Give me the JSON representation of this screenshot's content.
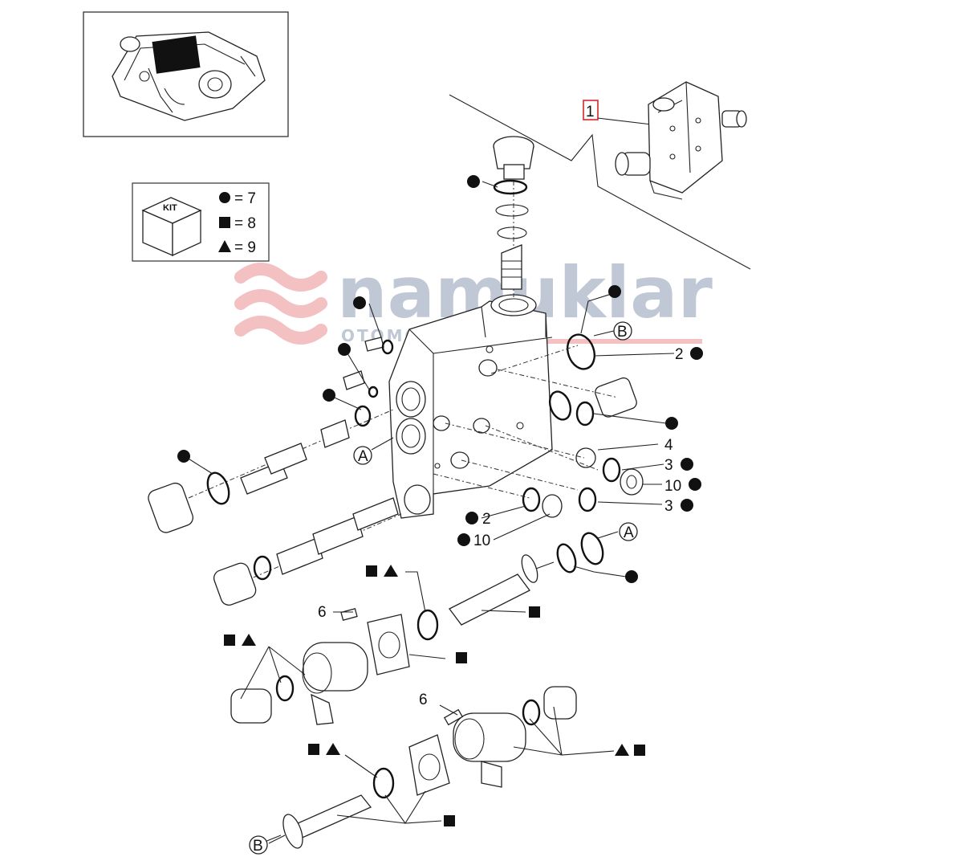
{
  "watermark": {
    "brand": "namuklar",
    "sub": "OTOMOTIV",
    "brand_color": "#1f3a6b",
    "accent_color": "#d9262c"
  },
  "kit_legend": {
    "kit_label": "KIT",
    "circle_value": "= 7",
    "square_value": "= 8",
    "triangle_value": "= 9"
  },
  "assembly_callout": "1",
  "connectors": {
    "a": "A",
    "b": "B"
  },
  "callouts": {
    "c2_top": "2",
    "c4": "4",
    "c3_upper": "3",
    "c10_upper": "10",
    "c3_lower": "3",
    "c2_lower": "2",
    "c10_lower": "10",
    "c6_upper": "6",
    "c6_lower": "6"
  },
  "colors": {
    "line": "#222222",
    "callout_box": "#d9262c",
    "symbol": "#111111"
  }
}
